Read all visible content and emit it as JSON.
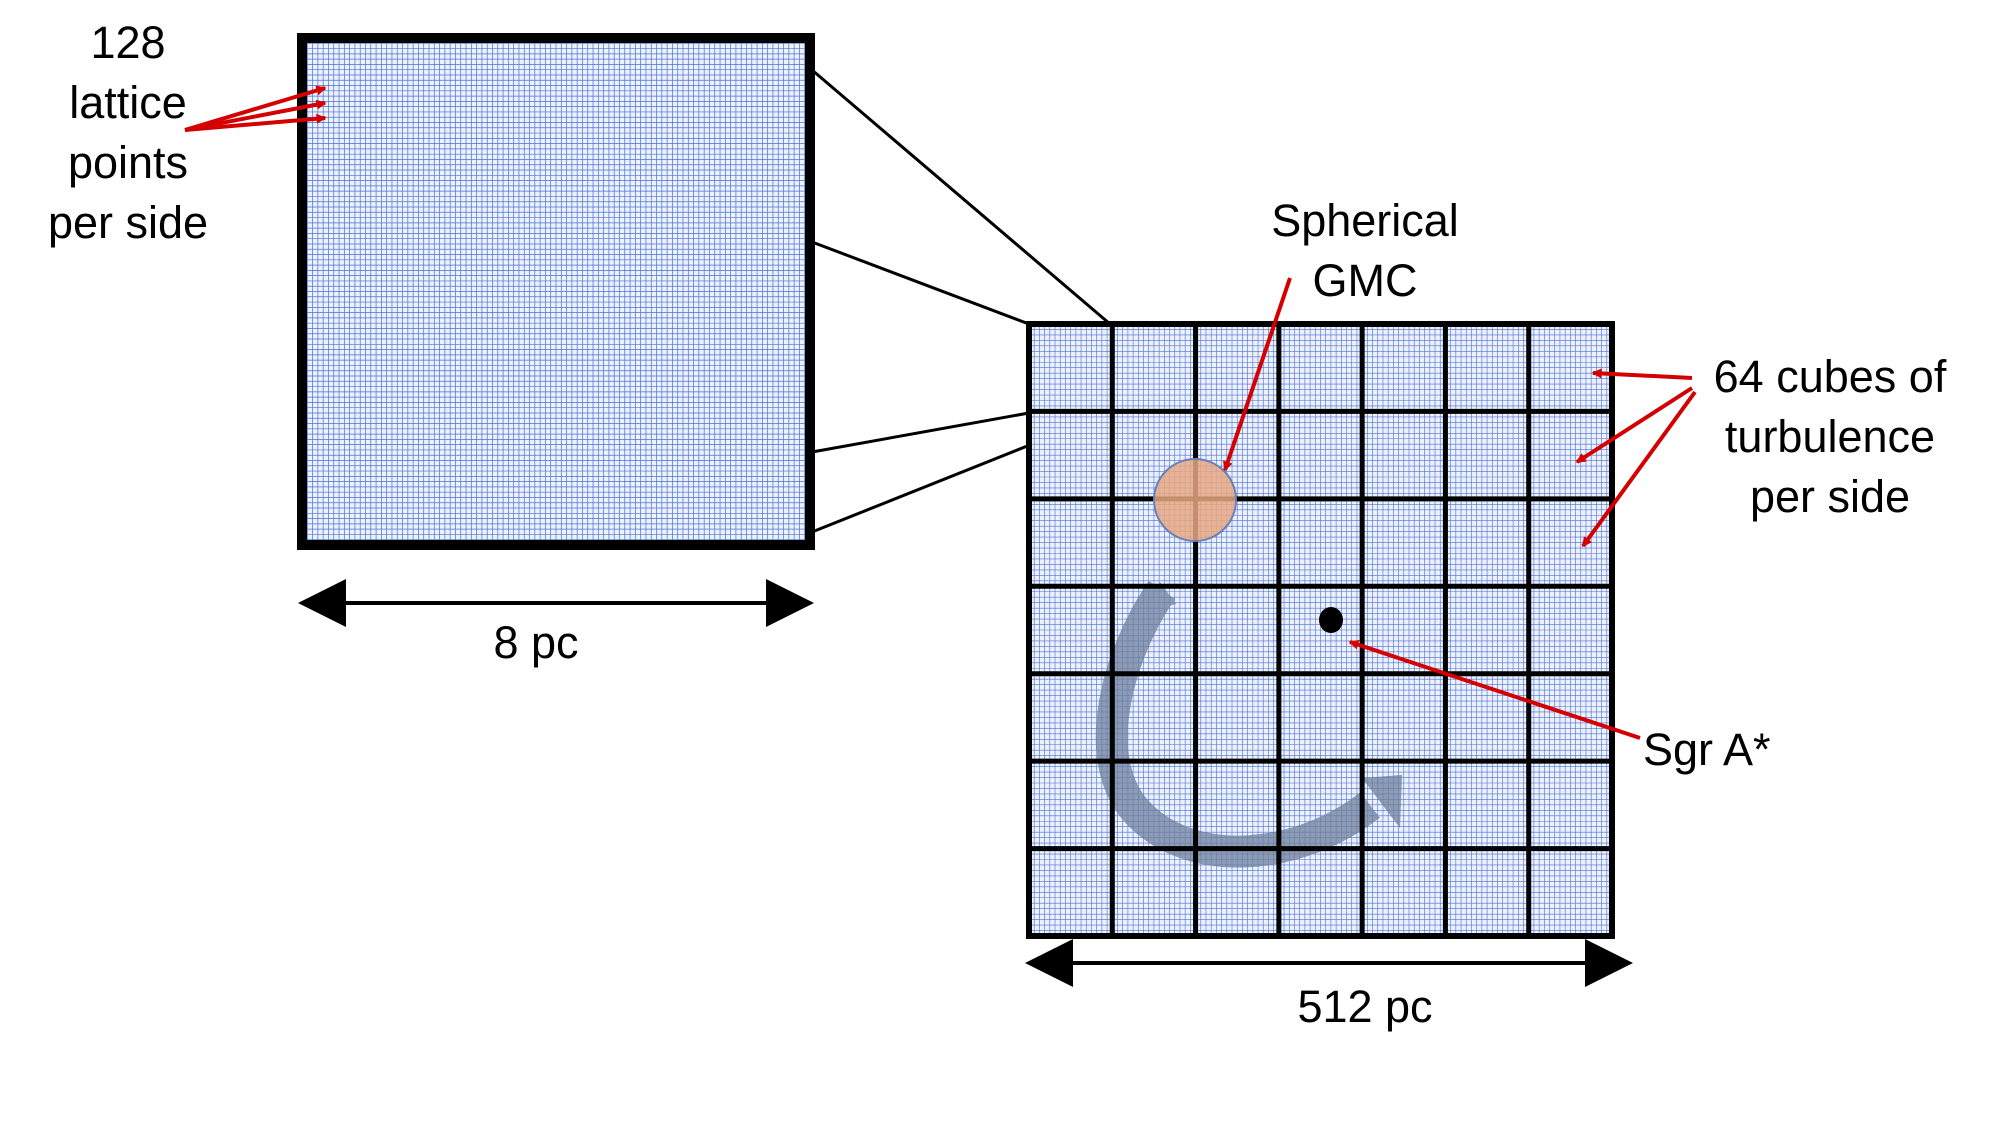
{
  "labels": {
    "lattice_line1": "128",
    "lattice_line2": "lattice",
    "lattice_line3": "points",
    "lattice_line4": "per side",
    "left_scale": "8 pc",
    "gmc_line1": "Spherical",
    "gmc_line2": "GMC",
    "cubes_line1": "64 cubes of",
    "cubes_line2": "turbulence",
    "cubes_line3": "per side",
    "sgr": "Sgr A*",
    "right_scale": "512 pc"
  },
  "grid": {
    "coarse_cells_per_side": 7,
    "fine_subdivisions_per_coarse_cell": 16,
    "left_fine_cells_per_side": 96
  },
  "colors": {
    "annotation_arrow": "#d40000",
    "grid_fill": "#ecf1fb",
    "fine_grid_line": "#4a6fd6",
    "coarse_grid_line": "#000000",
    "gmc_fill": "#e8a882",
    "gmc_stroke": "#6a7fb8",
    "rotation_arrow": "#6e7f9c",
    "black_hole": "#000000"
  }
}
